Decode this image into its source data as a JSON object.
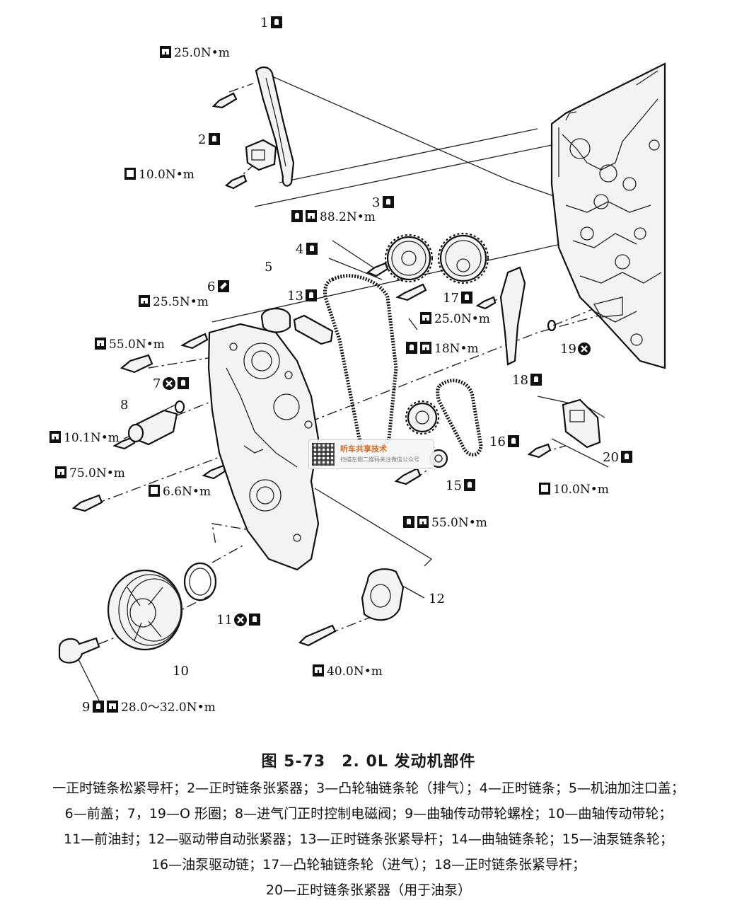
{
  "figure": {
    "callouts": [
      {
        "id": "t1",
        "icon": "torque-icon",
        "text": "25.0N•m"
      },
      {
        "id": "n1",
        "number": "1",
        "icon": "replace-icon"
      },
      {
        "id": "n2",
        "number": "2",
        "icon": "replace-icon"
      },
      {
        "id": "t2",
        "icon": "torque-gauge-icon",
        "text": "10.0N•m"
      },
      {
        "id": "t3",
        "icon": "replace-torque-icon",
        "text": "88.2N•m"
      },
      {
        "id": "n3",
        "number": "3",
        "icon": "replace-icon"
      },
      {
        "id": "n4",
        "number": "4",
        "icon": "replace-icon"
      },
      {
        "id": "n5",
        "number": "5"
      },
      {
        "id": "n6",
        "number": "6",
        "icon": "sealant-icon"
      },
      {
        "id": "t4",
        "icon": "torque-icon",
        "text": "25.5N•m"
      },
      {
        "id": "n13",
        "number": "13",
        "icon": "replace-icon"
      },
      {
        "id": "n17",
        "number": "17",
        "icon": "replace-icon"
      },
      {
        "id": "t5",
        "icon": "torque-icon",
        "text": "25.0N•m"
      },
      {
        "id": "t6",
        "icon": "replace-torque-icon",
        "text": "18N•m"
      },
      {
        "id": "n19",
        "number": "19",
        "icon": "no-reuse-icon"
      },
      {
        "id": "t7",
        "icon": "torque-icon",
        "text": "55.0N•m"
      },
      {
        "id": "n7",
        "number": "7",
        "icon": "no-reuse-replace-icon"
      },
      {
        "id": "n18",
        "number": "18",
        "icon": "replace-icon"
      },
      {
        "id": "n8",
        "number": "8"
      },
      {
        "id": "t8",
        "icon": "torque-icon",
        "text": "10.1N•m"
      },
      {
        "id": "t9",
        "icon": "torque-icon",
        "text": "75.0N•m"
      },
      {
        "id": "n16",
        "number": "16",
        "icon": "replace-icon"
      },
      {
        "id": "n20",
        "number": "20",
        "icon": "replace-icon"
      },
      {
        "id": "n15",
        "number": "15",
        "icon": "replace-icon"
      },
      {
        "id": "t10",
        "icon": "torque-gauge-icon",
        "text": "6.6N•m"
      },
      {
        "id": "t11",
        "icon": "torque-gauge-icon",
        "text": "10.0N•m"
      },
      {
        "id": "t12",
        "icon": "replace-torque-icon",
        "text": "55.0N•m"
      },
      {
        "id": "n12",
        "number": "12"
      },
      {
        "id": "n11",
        "number": "11",
        "icon": "no-reuse-replace-icon"
      },
      {
        "id": "n10",
        "number": "10"
      },
      {
        "id": "t13",
        "icon": "torque-icon",
        "text": "40.0N•m"
      },
      {
        "id": "t14",
        "number": "9",
        "icon": "replace-torque-icon",
        "text": "28.0～32.0N•m"
      }
    ],
    "watermark": {
      "title": "听车共享技术",
      "subtitle": "扫描左侧二维码关注微信公众号"
    }
  },
  "caption": {
    "title": "图 5-73　2. 0L 发动机部件",
    "legend_lines": [
      "一正时链条松紧导杆；2—正时链条张紧器；3—凸轮轴链条轮（排气）；4—正时链条；5—机油加注口盖；",
      "6—前盖；7，19—O 形圈；8—进气门正时控制电磁阀；9—曲轴传动带轮螺栓；10—曲轴传动带轮；",
      "11—前油封；12—驱动带自动张紧器；13—正时链条张紧导杆；14—曲轴链条轮；15—油泵链条轮；",
      "16—油泵驱动链；17—凸轮轴链条轮（进气）；18—正时链条张紧导杆；",
      "20—正时链条张紧器（用于油泵）"
    ]
  }
}
